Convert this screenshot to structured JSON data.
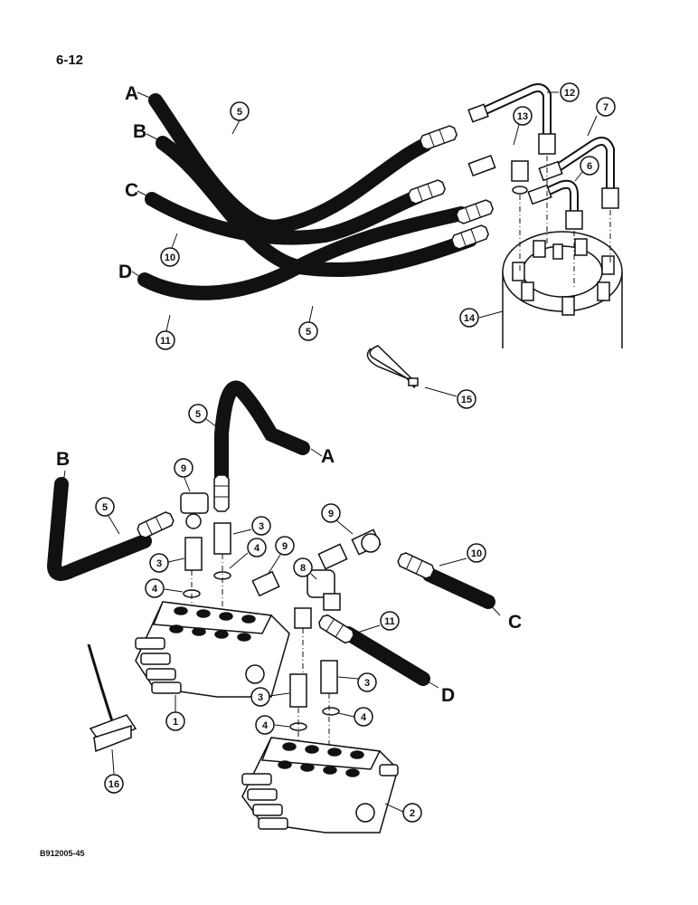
{
  "page_number": "6-12",
  "figure_code": "B912005-45",
  "hose_end_labels": {
    "a_top": "A",
    "b_top": "B",
    "c_top": "C",
    "d_top": "D",
    "a_bottom": "A",
    "b_bottom": "B",
    "c_bottom": "C",
    "d_bottom": "D"
  },
  "callouts": {
    "c5_top": "5",
    "c12": "12",
    "c13": "13",
    "c7": "7",
    "c6": "6",
    "c10_top": "10",
    "c11_top": "11",
    "c5_mid": "5",
    "c14": "14",
    "c15": "15",
    "c5_lower": "5",
    "c9_left": "9",
    "c5_left": "5",
    "c3_a": "3",
    "c3_b": "3",
    "c4_a": "4",
    "c4_b": "4",
    "c9_mid": "9",
    "c9_right": "9",
    "c8": "8",
    "c10_bottom": "10",
    "c11_bottom": "11",
    "c3_c": "3",
    "c3_d": "3",
    "c4_c": "4",
    "c4_d": "4",
    "c1": "1",
    "c2": "2",
    "c16": "16"
  }
}
